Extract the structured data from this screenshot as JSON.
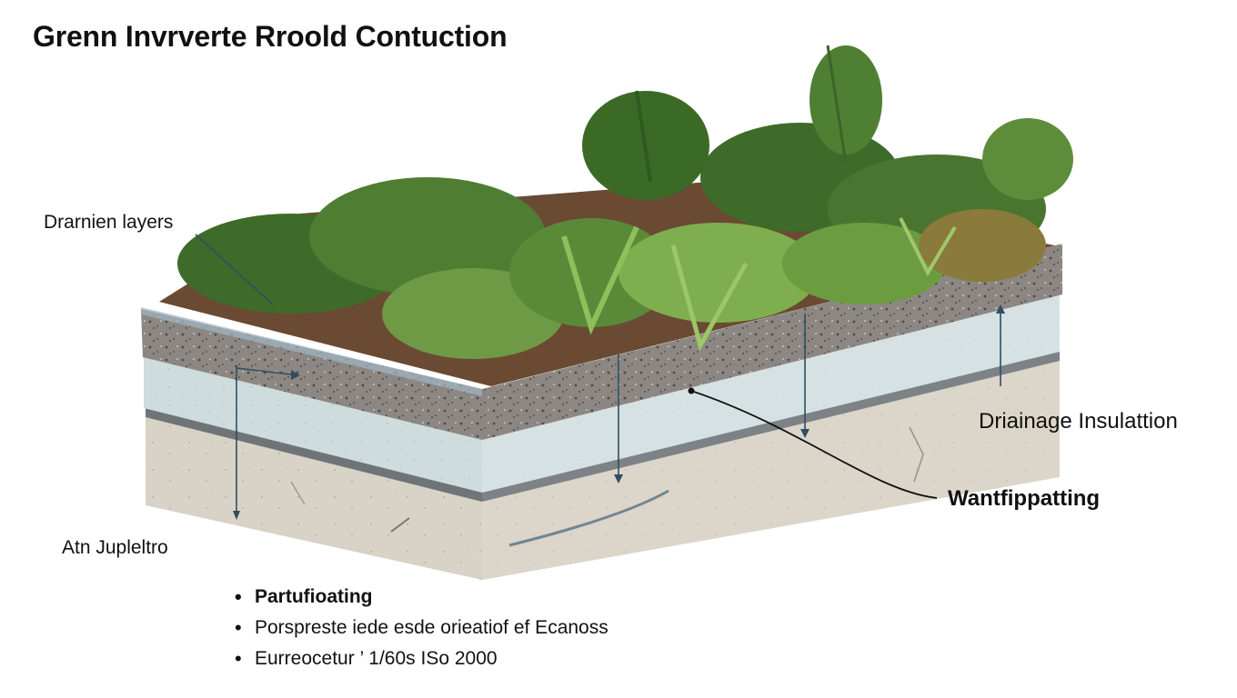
{
  "title": "Grenn Invrverte Rroold Contuction",
  "labels": {
    "drainage_layers": "Drarnien layers",
    "drainage_insulation": "Driainage Insulattion",
    "waterproofing": "Wantfippatting",
    "att": "Atn Jupleltro"
  },
  "notes": [
    "Partufioating",
    "Porspreste iede esde orieatiof ef Ecanoss",
    "Eurreocetur ’ 1/60s ISo 2000"
  ],
  "colors": {
    "concrete_base": "#d9d2c6",
    "insulation": "#cfdcde",
    "drainage": "#8c8782",
    "membrane": "#6e7478",
    "soil": "#6b4a33",
    "foliage_dark": "#3e6b2a",
    "foliage_light": "#7fae4e",
    "callout_line": "#2f4d63"
  }
}
